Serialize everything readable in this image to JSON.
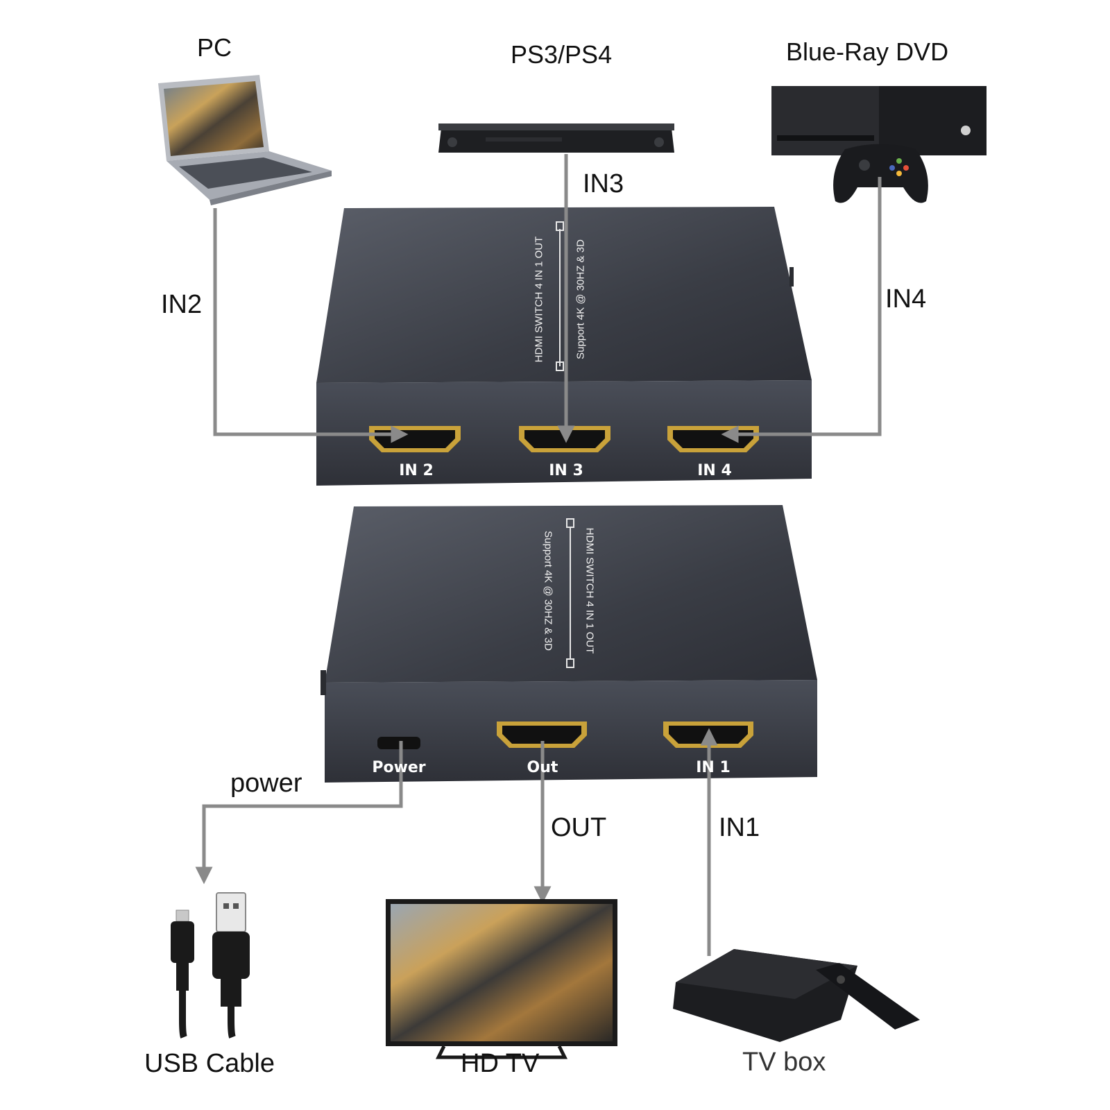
{
  "devices": {
    "pc": "PC",
    "ps": "PS3/PS4",
    "bluray": "Blue-Ray DVD",
    "usb": "USB Cable",
    "tv": "HD TV",
    "tvbox": "TV box"
  },
  "connections": {
    "in2": "IN2",
    "in3": "IN3",
    "in4": "IN4",
    "power": "power",
    "out": "OUT",
    "in1": "IN1"
  },
  "switch_back": {
    "text_line1": "HDMI SWITCH 4 IN 1 OUT",
    "text_line2": "Support 4K @ 30HZ & 3D",
    "ports": [
      "IN 2",
      "IN 3",
      "IN 4"
    ]
  },
  "switch_front": {
    "text_line1": "HDMI SWITCH 4 IN 1 OUT",
    "text_line2": "Support 4K @ 30HZ & 3D",
    "ports": [
      "Power",
      "Out",
      "IN 1"
    ]
  },
  "colors": {
    "arrow": "#8a8a8a",
    "device_body": "#3d4048",
    "port_gold": "#c9a23a"
  }
}
